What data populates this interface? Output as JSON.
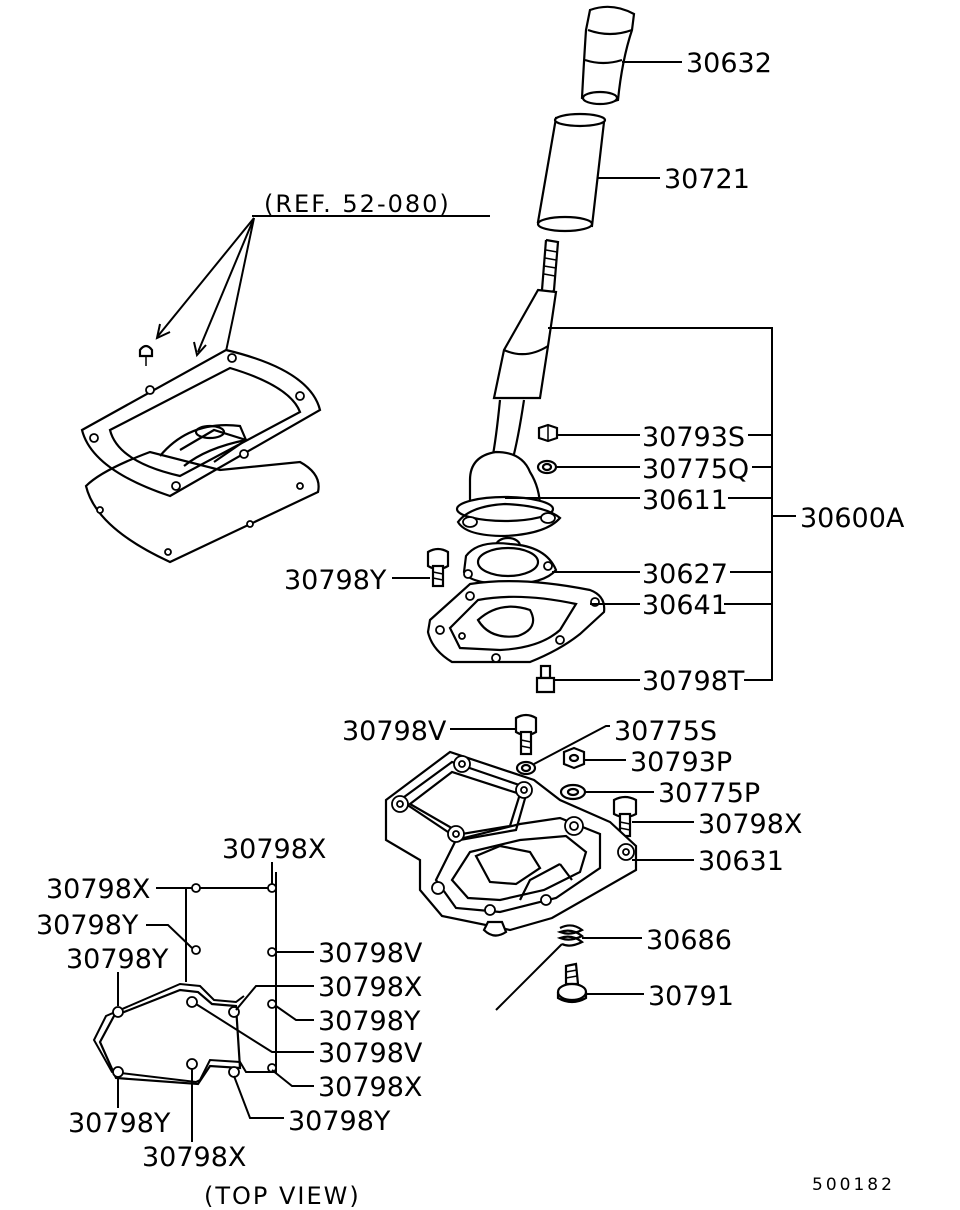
{
  "reference": "(REF. 52-080)",
  "labels": {
    "p30632": "30632",
    "p30721": "30721",
    "p30793S": "30793S",
    "p30775Q": "30775Q",
    "p30611": "30611",
    "p30600A": "30600A",
    "p30627": "30627",
    "p30641": "30641",
    "p30798Y": "30798Y",
    "p30798T": "30798T",
    "p30798V": "30798V",
    "p30775S": "30775S",
    "p30793P": "30793P",
    "p30775P": "30775P",
    "p30798X": "30798X",
    "p30631": "30631",
    "p30686": "30686",
    "p30791": "30791"
  },
  "top_view": {
    "caption": "(TOP  VIEW)",
    "labels": {
      "x_top": "30798X",
      "x_left": "30798X",
      "y_left1": "30798Y",
      "y_left2": "30798Y",
      "v_right1": "30798V",
      "x_right1": "30798X",
      "y_right1": "30798Y",
      "v_right2": "30798V",
      "x_right2": "30798X",
      "y_bottom_right": "30798Y",
      "y_bottom_left": "30798Y",
      "x_bottom": "30798X"
    }
  },
  "diagram_code": "500182"
}
